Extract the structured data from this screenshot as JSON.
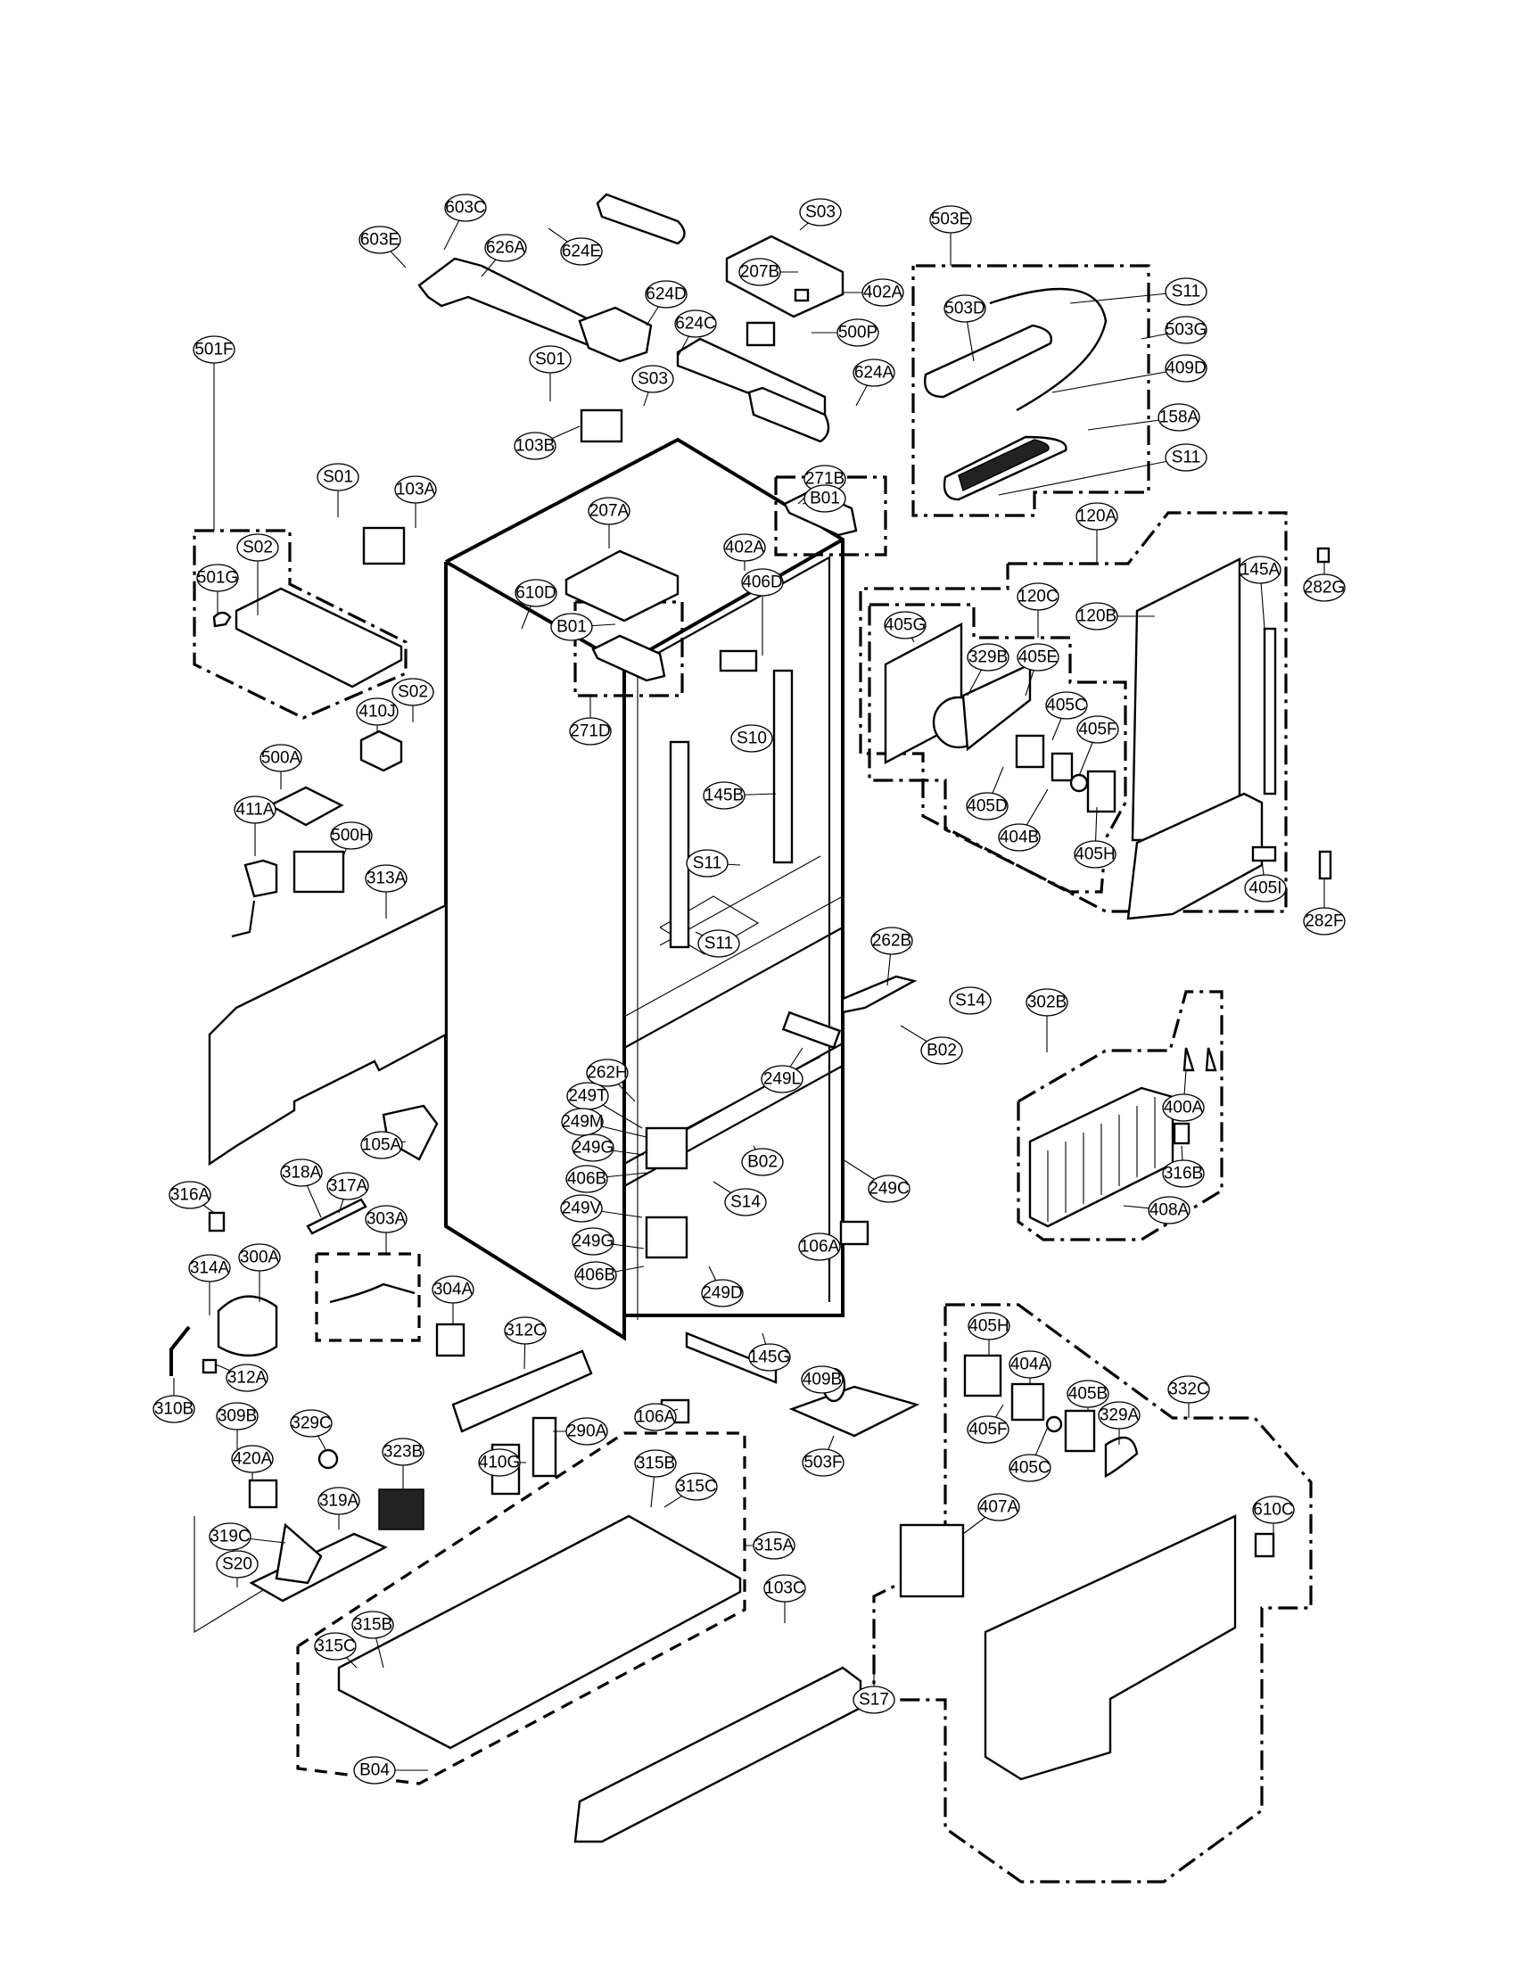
{
  "diagram": {
    "title": "Refrigerator cabinet exploded parts view",
    "callouts": [
      "603E",
      "603C",
      "626A",
      "624E",
      "S03",
      "207B",
      "402A",
      "624D",
      "624C",
      "500P",
      "624A",
      "S01",
      "103B",
      "503E",
      "503D",
      "S11",
      "503G",
      "409D",
      "158A",
      "S11",
      "501F",
      "S01",
      "103A",
      "S03",
      "207A",
      "402A",
      "271B",
      "B01",
      "S02",
      "501G",
      "610D",
      "B01",
      "406D",
      "271D",
      "S02",
      "410J",
      "500A",
      "S10",
      "145B",
      "411A",
      "500H",
      "S11",
      "313A",
      "S11",
      "120A",
      "120C",
      "405G",
      "329B",
      "405E",
      "405C",
      "405F",
      "405D",
      "404B",
      "405H",
      "120B",
      "145A",
      "282G",
      "405I",
      "282F",
      "262B",
      "S14",
      "B02",
      "249L",
      "262H",
      "249T",
      "249M",
      "249G",
      "406B",
      "B02",
      "249C",
      "S14",
      "249V",
      "249G",
      "406B",
      "249D",
      "106A",
      "302B",
      "400A",
      "316B",
      "408A",
      "105A",
      "316A",
      "318A",
      "317A",
      "303A",
      "314A",
      "300A",
      "304A",
      "312A",
      "310B",
      "312C",
      "145G",
      "409B",
      "106A",
      "503F",
      "309B",
      "329C",
      "323B",
      "420A",
      "290A",
      "410G",
      "319A",
      "319C",
      "S20",
      "315B",
      "315C",
      "315A",
      "315B",
      "315C",
      "103C",
      "S17",
      "B04",
      "405H",
      "404A",
      "405F",
      "405B",
      "405C",
      "329A",
      "332C",
      "407A",
      "610C"
    ]
  }
}
